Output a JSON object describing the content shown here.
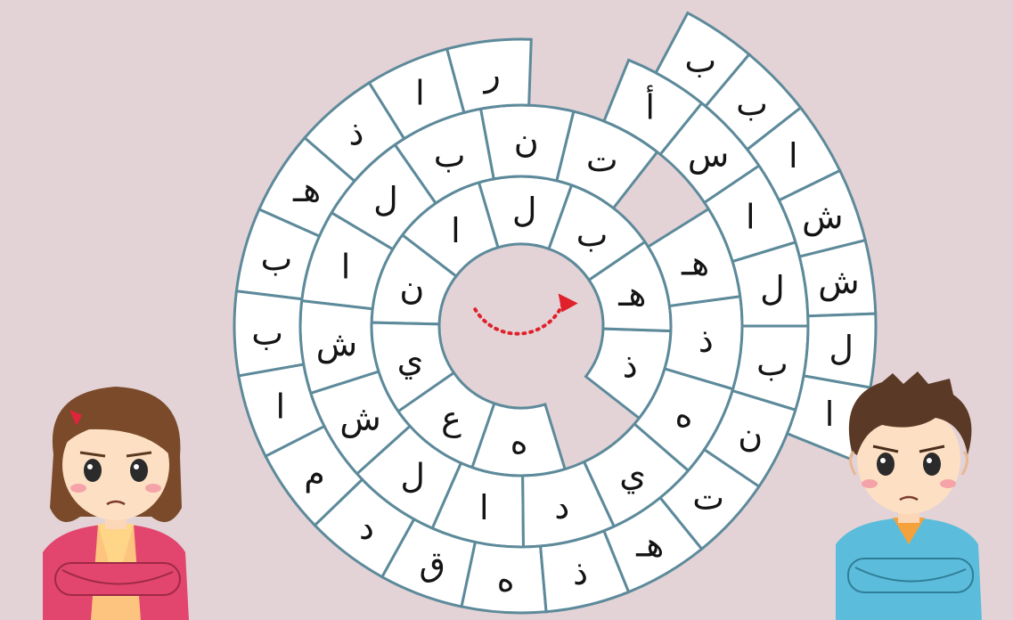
{
  "puzzle": {
    "type": "spiral letter puzzle",
    "colors": {
      "background": "#e3d3d6",
      "cell_fill": "#ffffff",
      "grid_line": "#5d8a9a",
      "letter": "#141414",
      "arrow": "#e0202b"
    },
    "arrow_icon": "dotted-curved-arrow",
    "rings": [
      {
        "name": "inner",
        "cells": [
          "ذ",
          "هـ",
          "ب",
          "ل",
          "ا",
          "ن",
          "ي",
          "ع",
          "ه"
        ]
      },
      {
        "name": "middle",
        "cells": [
          "ت",
          "ن",
          "ب",
          "ل",
          "ا",
          "ش",
          "ش",
          "ل",
          "ا",
          "د",
          "ي",
          "ه",
          "ذ",
          "هـ"
        ]
      },
      {
        "name": "outer",
        "cells": [
          "ر",
          "ا",
          "ذ",
          "هـ",
          "ب",
          "ب",
          "ا",
          "م",
          "د",
          "ق",
          "ه",
          "ذ",
          "هـ",
          "ت",
          "ن",
          "ب",
          "ل",
          "ا",
          "س",
          "أ"
        ]
      },
      {
        "name": "tail",
        "cells": [
          "ب",
          "ب",
          "ا",
          "ش",
          "ش",
          "ل",
          "ا"
        ]
      }
    ]
  },
  "characters": [
    {
      "name": "girl",
      "pose": "arms-crossed"
    },
    {
      "name": "boy",
      "pose": "arms-crossed"
    }
  ]
}
